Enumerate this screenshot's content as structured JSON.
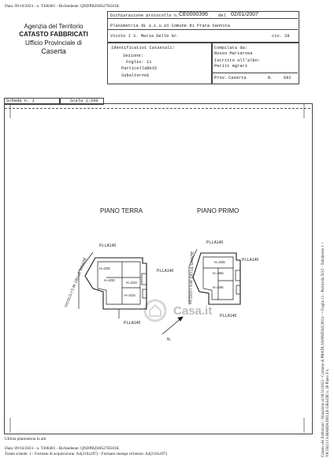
{
  "header_stamp": "Data: 09/10/2023 - n. T300481 - Richiedente: QNDPRZ60S27H501K",
  "agency": {
    "line1": "Agenzia del Territorio",
    "line2": "CATASTO FABBRICATI",
    "line3": "Ufficio Provinciale di",
    "line4": "Caserta"
  },
  "info": {
    "dichiarazione_label": "Dichiarazione protocollo n.",
    "dichiarazione_number": "CE0000396",
    "del_label": "del",
    "date": "02/01/2007",
    "planimetria": "Planimetria di u.i.u.in Comune di Prata Sannita",
    "address": "Vicolo I S. Maria Delle Gr.",
    "civ": "civ. 28",
    "identificativi": "Identificativi Catastali:",
    "sezione": "Sezione:",
    "foglio_label": "Foglio:",
    "foglio": "11",
    "particella_label": "Particella:",
    "particella": "5015",
    "subalterno_label": "Subalterno:",
    "subalterno": "1",
    "compilata": "Compilata da:",
    "compilatore": "Russo Mariarosa",
    "iscritto": "Iscritto all'albo:",
    "albo": "Periti Agrari",
    "prov_label": "Prov.",
    "prov": "Caserta",
    "n_label": "N.",
    "n": "692"
  },
  "scheda": {
    "label": "Scheda n. 1",
    "scale": "Scala 1:200"
  },
  "plan": {
    "piano_terra": "PIANO TERRA",
    "piano_primo": "PIANO PRIMO",
    "lla_top_left": "P.LLA140",
    "lla_right_left": "P.LLA140",
    "lla_bottom_left": "P.LLA140",
    "lla_top_right": "P.LLA140",
    "lla_right_right": "P.LLA140",
    "lla_bottom_right": "P.LLA140",
    "h225": "H=225",
    "h223": "H=223",
    "h200": "H=200",
    "h215": "H=215",
    "h205": "H=205",
    "h255": "H=255",
    "h265": "H=265",
    "vicolo_left": "VICOLO I S.M. DELLE GRAZIE",
    "vicolo_right": "VICOLO I S.M. DEI LE GRAZIE",
    "north": "N.",
    "watermark": "Casa.it"
  },
  "side_text": {
    "line1": "Catasto dei Fabbricati - Situazione al 09/10/2023 - Comune di PRATA SANNITA(G991) - < Foglio 11 - Particella 5015 - Subalterno 1 >",
    "line2": "VICOLO I S.MARIA DELLE GRAZIE n. 28 Piano T-1"
  },
  "footer": {
    "ultima": "Ultima planimetria in atti",
    "stamp": "Data: 09/10/2023 - n. T300481 - Richiedente: QNDPRZ60S27H501K",
    "schede": "Totale schede: 1 - Formato di acquisizione: A4(210x297) - Formato stampa richiesto: A4(210x297)"
  }
}
